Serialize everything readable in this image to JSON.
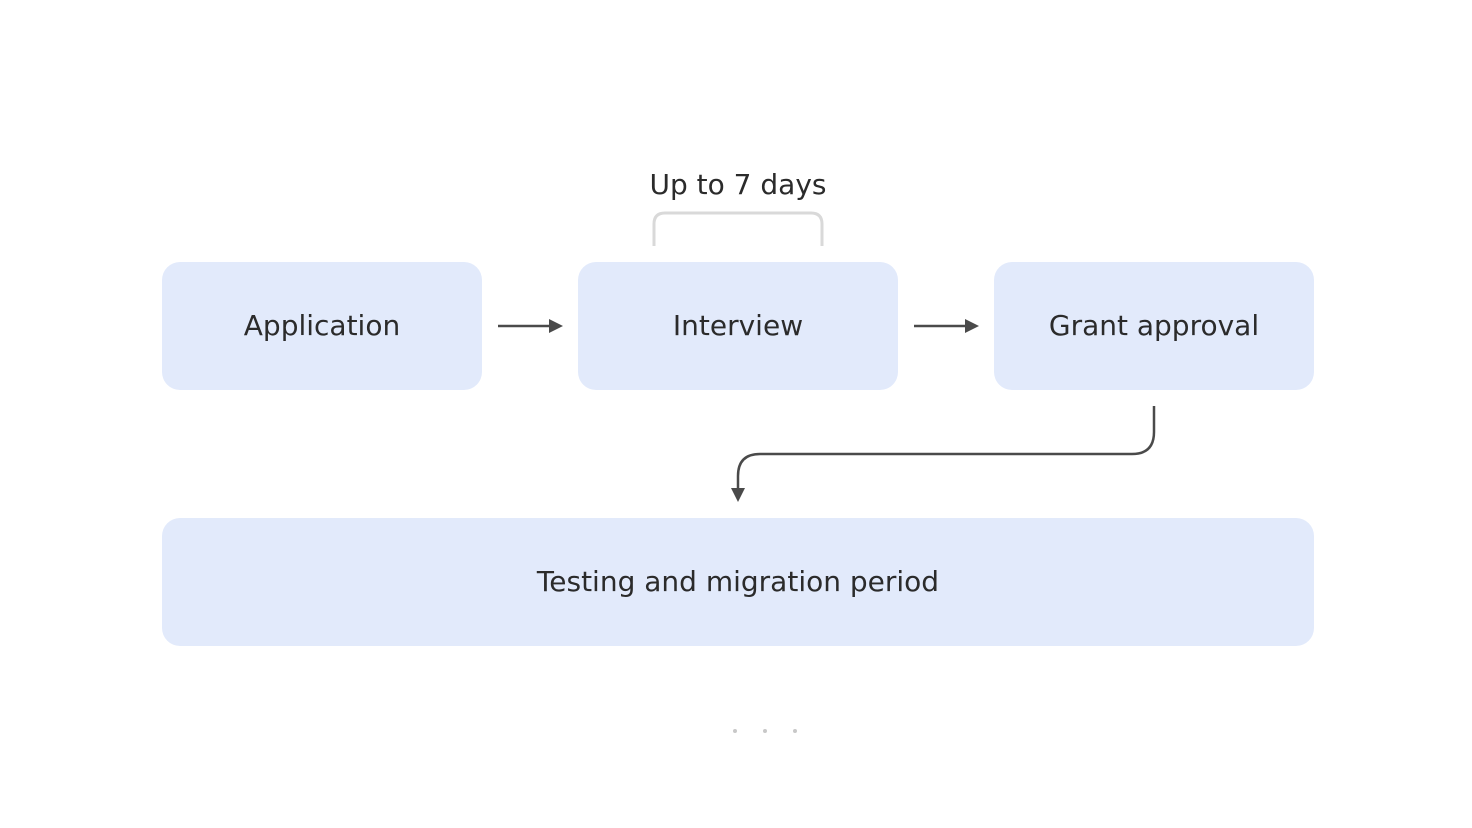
{
  "diagram": {
    "duration_label": "Up to 7 days",
    "steps": {
      "application": "Application",
      "interview": "Interview",
      "grant_approval": "Grant approval",
      "testing": "Testing and migration period"
    },
    "colors": {
      "box_fill": "#e2eafb",
      "text": "#2b2b2b",
      "arrow": "#4a4a4a",
      "bracket": "#d9d9d9"
    }
  }
}
